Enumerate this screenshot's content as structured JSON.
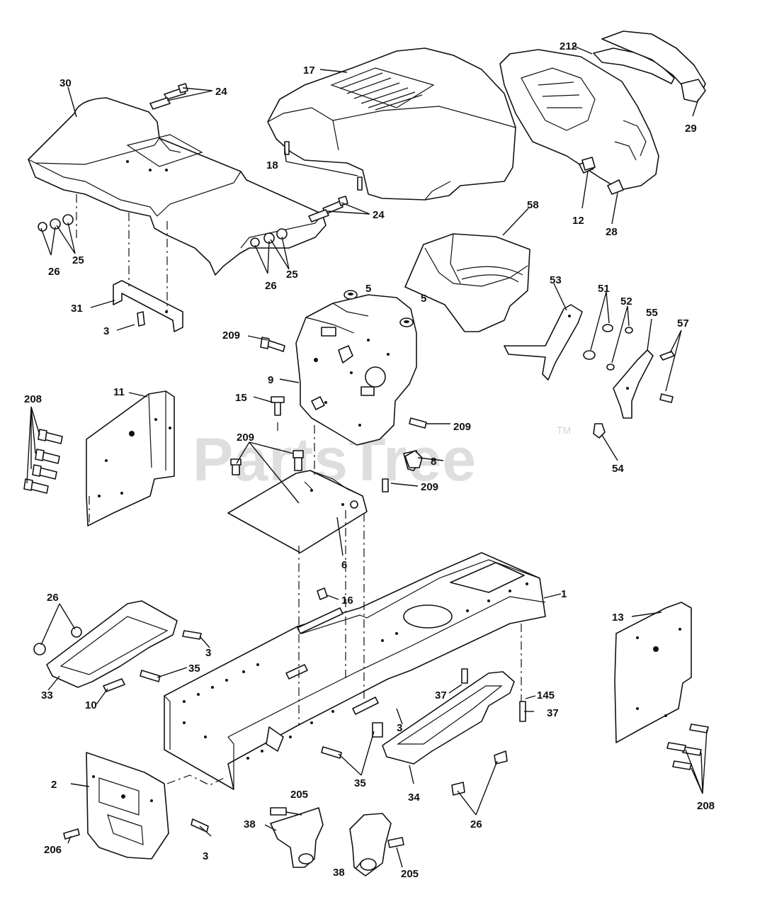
{
  "watermark": {
    "text": "PartsTree",
    "trademark": "TM"
  },
  "callouts": {
    "c1": "1",
    "c2": "2",
    "c3a": "3",
    "c3b": "3",
    "c3c": "3",
    "c3d": "3",
    "c5a": "5",
    "c5b": "5",
    "c6": "6",
    "c8": "8",
    "c9": "9",
    "c10": "10",
    "c11": "11",
    "c12": "12",
    "c13": "13",
    "c15": "15",
    "c16": "16",
    "c17": "17",
    "c18": "18",
    "c24a": "24",
    "c24b": "24",
    "c25a": "25",
    "c25b": "25",
    "c26a": "26",
    "c26b": "26",
    "c26c": "26",
    "c26d": "26",
    "c28": "28",
    "c29": "29",
    "c30": "30",
    "c31": "31",
    "c33": "33",
    "c34": "34",
    "c35a": "35",
    "c35b": "35",
    "c37a": "37",
    "c37b": "37",
    "c38a": "38",
    "c38b": "38",
    "c51": "51",
    "c52": "52",
    "c53": "53",
    "c54": "54",
    "c55": "55",
    "c57": "57",
    "c58": "58",
    "c145": "145",
    "c205a": "205",
    "c205b": "205",
    "c206": "206",
    "c208a": "208",
    "c208b": "208",
    "c209a": "209",
    "c209b": "209",
    "c209c": "209",
    "c209d": "209",
    "c212": "212"
  }
}
